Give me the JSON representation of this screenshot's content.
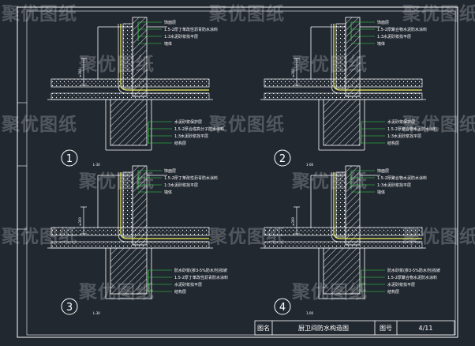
{
  "watermark": "聚优图纸",
  "title_block": {
    "name_label": "图名",
    "name_value": "厨卫间防水构造图",
    "drawing_no_label": "图号",
    "drawing_no_value": "4/11"
  },
  "details": [
    {
      "number": "1",
      "dim_label": "≥300",
      "side_tag": "L-30",
      "upper_notes": [
        "饰面层",
        "1.5-2厚丁苯改性沥青防水涂料",
        "1:3水泥砂浆找平层",
        "墙体"
      ],
      "lower_notes": [
        "水泥砂浆保护层",
        "1.5-2厚合成高分子防水涂料",
        "1:3水泥砂浆找平层",
        "结构层"
      ]
    },
    {
      "number": "2",
      "dim_label": "≥300",
      "side_tag": "1-00",
      "upper_notes": [
        "饰面层",
        "1.5-2厚聚合物水泥防水涂料",
        "1:3水泥砂浆找平层",
        "墙体"
      ],
      "lower_notes": [
        "水泥砂浆保护层",
        "1.5-2厚聚合物水泥防水涂料",
        "1:3水泥砂浆找平层",
        "结构层"
      ]
    },
    {
      "number": "3",
      "dim_label": "≥300",
      "side_tag": "L-30",
      "upper_notes": [
        "饰面层",
        "1.5-2厚丁苯改性沥青防水涂料",
        "1:3水泥砂浆找平层",
        "墙体"
      ],
      "lower_notes": [
        "防水砂浆(掺3-5%防水剂)找坡",
        "1.5-2厚丁苯改性沥青防水涂料",
        "水泥砂浆找平层",
        "结构层"
      ]
    },
    {
      "number": "4",
      "dim_label": "≥300",
      "side_tag": "1-00",
      "upper_notes": [
        "饰面层",
        "1.5-2厚聚合物水泥防水涂料",
        "1:3水泥砂浆找平层",
        "墙体"
      ],
      "lower_notes": [
        "防水砂浆(掺3-5%防水剂)找坡",
        "1.5-2厚聚合物水泥防水涂料",
        "水泥砂浆找平层",
        "结构层"
      ]
    }
  ]
}
